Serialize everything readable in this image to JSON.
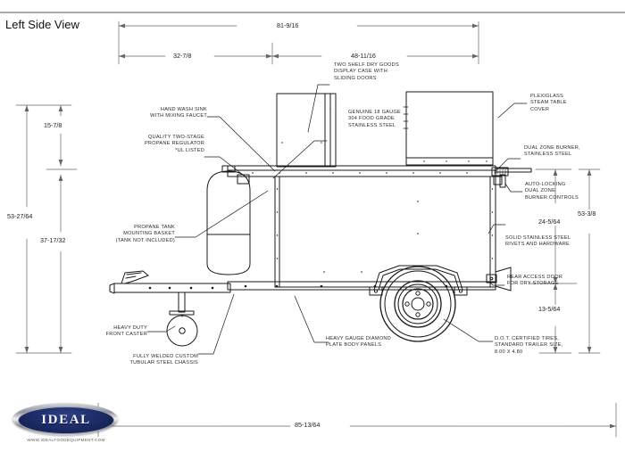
{
  "view": {
    "title": "Left Side View"
  },
  "dimensions": {
    "top_overall": "81-9/16",
    "top_left_segment": "32-7/8",
    "top_right_segment": "48-11/16",
    "left_upper": "15-7/8",
    "left_lower": "37-17/32",
    "left_overall": "53-27/64",
    "right_overall": "53-3/8",
    "right_upper": "24-5/64",
    "right_lower": "13-5/64",
    "bottom_overall": "85-13/64"
  },
  "callouts": {
    "hand_wash_sink": "HAND WASH SINK\nWITH MIXING FAUCET",
    "propane_regulator": "QUALITY TWO-STAGE\nPROPANE REGULATOR\n*UL LISTED",
    "propane_basket": "PROPANE TANK\nMOUNTING BASKET\n(TANK NOT INCLUDED)",
    "front_caster": "HEAVY DUTY\nFRONT CASTER",
    "chassis": "FULLY WELDED CUSTOM\nTUBULAR STEEL CHASSIS",
    "display_case": "TWO SHELF DRY GOODS\nDISPLAY CASE WITH\nSLIDING DOORS",
    "stainless_steel": "GENUINE 18 GAUGE\n304 FOOD GRADE\nSTAINLESS STEEL",
    "diamond_plate": "HEAVY GAUGE DIAMOND\nPLATE BODY PANELS",
    "plexiglass_cover": "PLEXIGLASS\nSTEAM TABLE\nCOVER",
    "dual_zone_burner": "DUAL ZONE BURNER,\nSTAINLESS STEEL",
    "burner_controls": "AUTO-LOCKING\nDUAL ZONE\nBURNER CONTROLS",
    "rivets": "SOLID STAINLESS STEEL\nRIVETS AND HARDWARE",
    "rear_door": "REAR ACCESS DOOR\nFOR DRY STORAGE",
    "tires": "D.O.T. CERTIFIED TIRES,\nSTANDARD TRAILER SIZE,\n8.00 X 4.80"
  },
  "logo": {
    "brand": "IDEAL",
    "url": "WWW.IDEALFOODEQUIPMENT.COM",
    "oval_color": "#1b2a63",
    "rim_color": "#9aa0ad"
  },
  "style": {
    "line_color": "#1a1a1a",
    "dim_color": "#555555"
  }
}
